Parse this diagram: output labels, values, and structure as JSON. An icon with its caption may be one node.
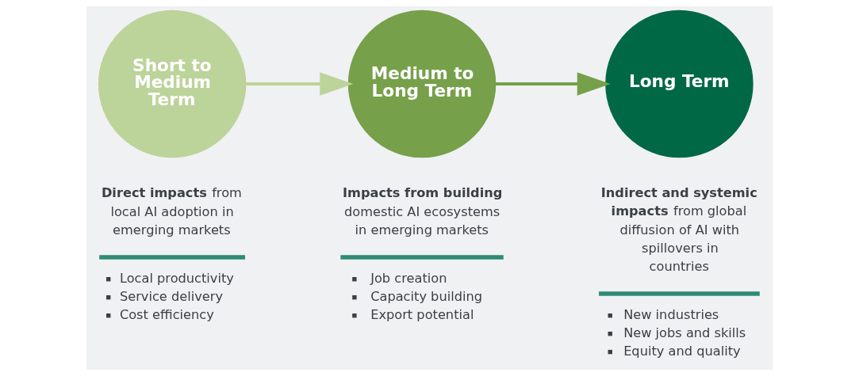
{
  "diagram": {
    "nodes": [
      {
        "text": [
          "Short to Medium Term"
        ],
        "beside": [
          "**Direct impacts** from local AI adoption in emerging markets",
          "Local productivity",
          "Service delivery",
          "Cost efficiency"
        ]
      },
      {
        "text": [
          "Medium to Long Term"
        ],
        "beside": [
          "**Impacts from building** domestic AI ecosystems in emerging markets",
          "Job creation",
          "Capacity building",
          "Export potential"
        ]
      },
      {
        "text": [
          "Long Term"
        ],
        "beside": [
          "**Indirect and systemic impacts** from global diffusion of AI with spillovers in countries",
          "New industries",
          "New jobs and skills",
          "Equity and quality"
        ]
      }
    ],
    "edges": [
      {
        "from": 0,
        "to": 1,
        "arrow": "to",
        "color": "#bcd39a"
      },
      {
        "from": 1,
        "to": 2,
        "arrow": "to",
        "color": "#76a04a"
      }
    ]
  }
}
